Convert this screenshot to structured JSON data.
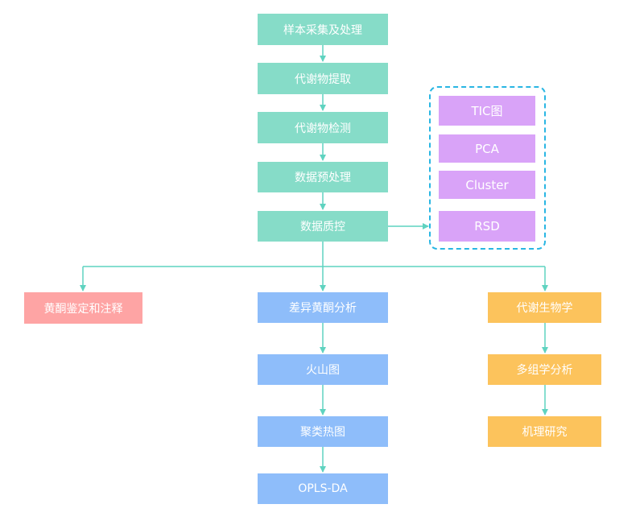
{
  "colors": {
    "teal": "#86dcc8",
    "blue": "#8ebdfa",
    "red": "#fea4a4",
    "orange": "#fcc35c",
    "purple": "#d9a3f8",
    "connector": "#5fd3c0",
    "group_border": "#29b6e3"
  },
  "main_flow": [
    "样本采集及处理",
    "代谢物提取",
    "代谢物检测",
    "数据预处理",
    "数据质控"
  ],
  "qc_items": [
    "TIC图",
    "PCA",
    "Cluster",
    "RSD"
  ],
  "left_branch": "黄酮鉴定和注释",
  "center_branch": [
    "差异黄酮分析",
    "火山图",
    "聚类热图",
    "OPLS-DA"
  ],
  "right_branch": [
    "代谢生物学",
    "多组学分析",
    "机理研究"
  ]
}
